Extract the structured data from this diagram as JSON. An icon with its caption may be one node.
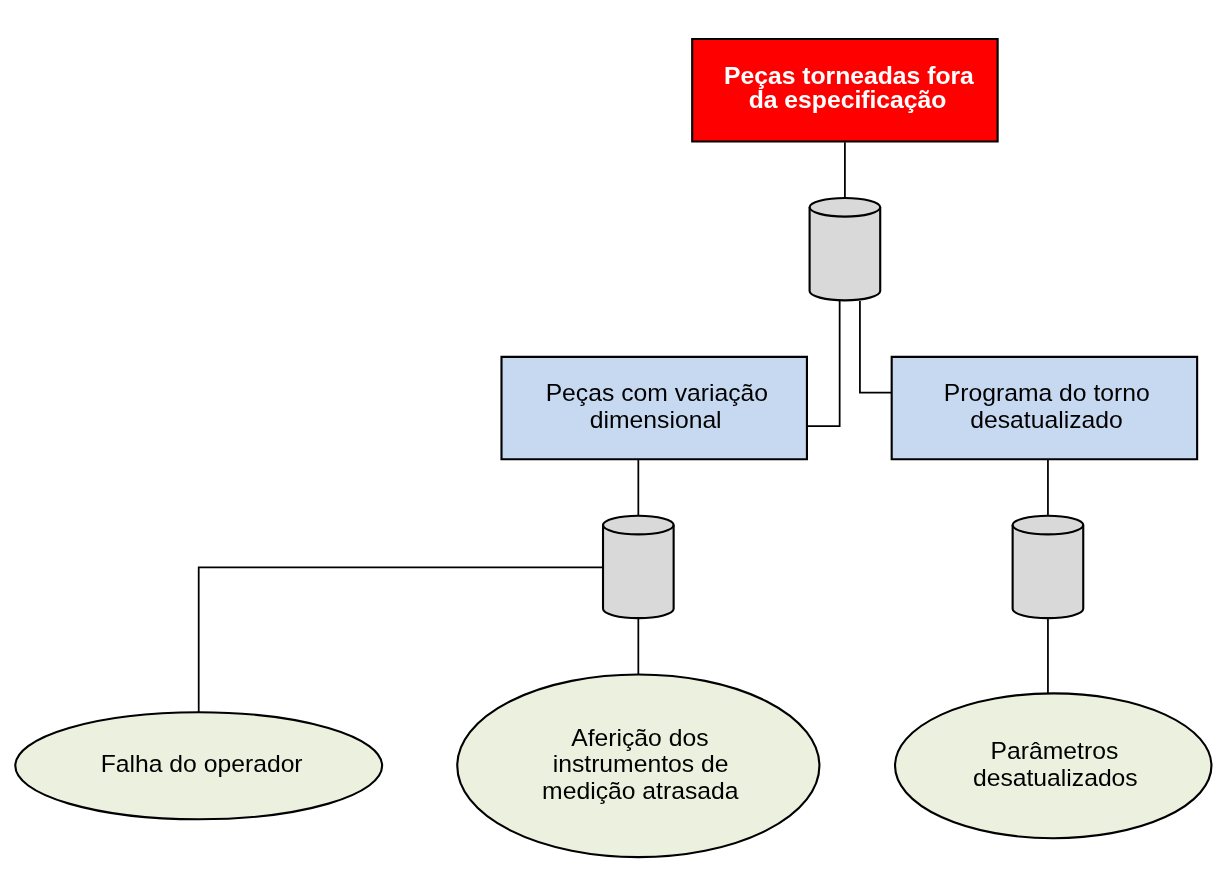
{
  "diagram": {
    "nodes": [
      {
        "text": [
          "Peças torneadas fora da especificação"
        ]
      },
      {
        "text": [],
        "shape": "gate"
      },
      {
        "text": [
          "Peças com variação dimensional"
        ]
      },
      {
        "text": [
          "Programa do torno desatualizado"
        ]
      },
      {
        "text": [],
        "shape": "gate"
      },
      {
        "text": [],
        "shape": "gate"
      },
      {
        "text": [
          "Falha do operador"
        ]
      },
      {
        "text": [
          "Aferição dos instrumentos de medição atrasada"
        ]
      },
      {
        "text": [
          "Parâmetros desatualizados"
        ]
      }
    ],
    "edges": [
      {
        "from": 0,
        "to": 1,
        "arrow": "none"
      },
      {
        "from": 1,
        "to": 2,
        "arrow": "none"
      },
      {
        "from": 1,
        "to": 3,
        "arrow": "none"
      },
      {
        "from": 2,
        "to": 4,
        "arrow": "none"
      },
      {
        "from": 3,
        "to": 5,
        "arrow": "none"
      },
      {
        "from": 4,
        "to": 6,
        "arrow": "none"
      },
      {
        "from": 4,
        "to": 7,
        "arrow": "none"
      },
      {
        "from": 5,
        "to": 8,
        "arrow": "none"
      }
    ]
  }
}
